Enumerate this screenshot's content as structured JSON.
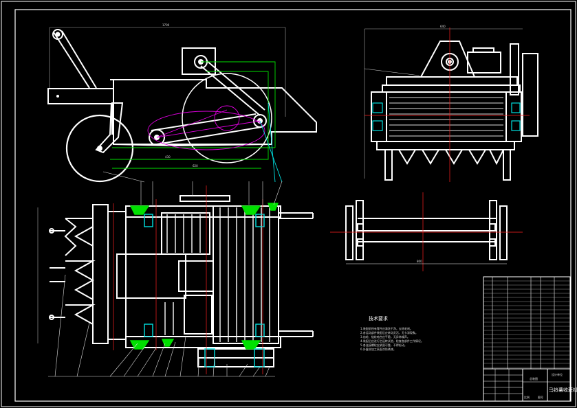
{
  "drawing": {
    "notes_title": "技术要求",
    "notes": [
      "1.装配前所有零件应清洗干净，去除毛刺。",
      "2.各运动部件装配后应转动灵活，无卡滞现象。",
      "3.齿轮、链轮啮合应平稳，无异常噪声。",
      "4.装配后应进行空运转试验，检查各部件工作情况。",
      "5.各连接螺栓应紧固可靠，不得松动。",
      "6.外露非加工表面涂防锈漆。"
    ],
    "title_block": {
      "drawing_title": "马铃薯收获机",
      "label_1": "总装图",
      "label_2": "设计单位",
      "label_3": "比例",
      "label_4": "图号"
    },
    "dims": {
      "side_top": "1700",
      "side_d1": "430",
      "side_d2": "620",
      "front_w": "640",
      "shaft_w": "800"
    },
    "colors": {
      "line": "#ffffff",
      "frame": "#ffffff",
      "green": "#00e000",
      "magenta": "#e000e0",
      "cyan": "#00e0e0",
      "red": "#ff2020",
      "gray": "#8a8a8a"
    }
  }
}
